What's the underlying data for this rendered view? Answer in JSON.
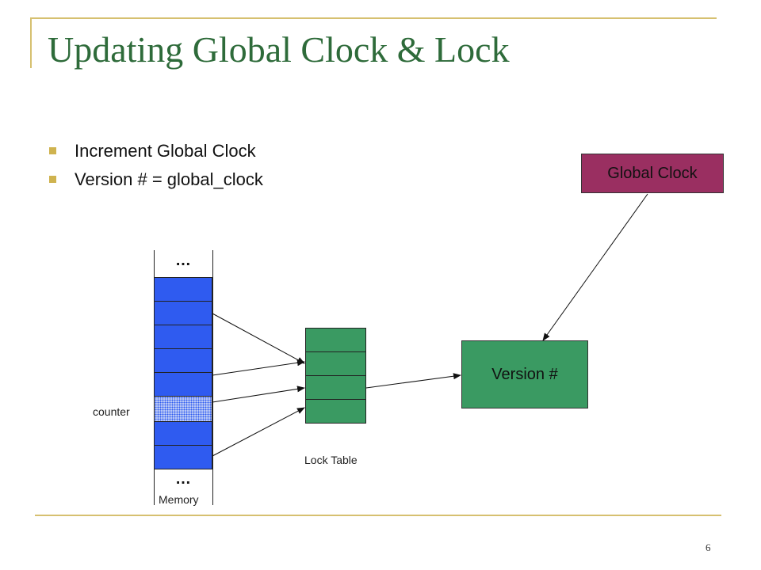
{
  "slide": {
    "title": "Updating Global Clock & Lock",
    "page_number": "6"
  },
  "bullets": [
    "Increment Global Clock",
    "Version # = global_clock"
  ],
  "diagram": {
    "global_clock_label": "Global Clock",
    "version_label": "Version #",
    "memory_label": "Memory",
    "counter_label": "counter",
    "lock_table_label": "Lock Table",
    "ellipsis_top": "…",
    "ellipsis_bottom": "…",
    "colors": {
      "memory_cell": "#2f5bf0",
      "lock_cell": "#3a9a62",
      "global_clock": "#9a2f61",
      "title": "#2e6b3a",
      "accent": "#cfb34f"
    }
  }
}
